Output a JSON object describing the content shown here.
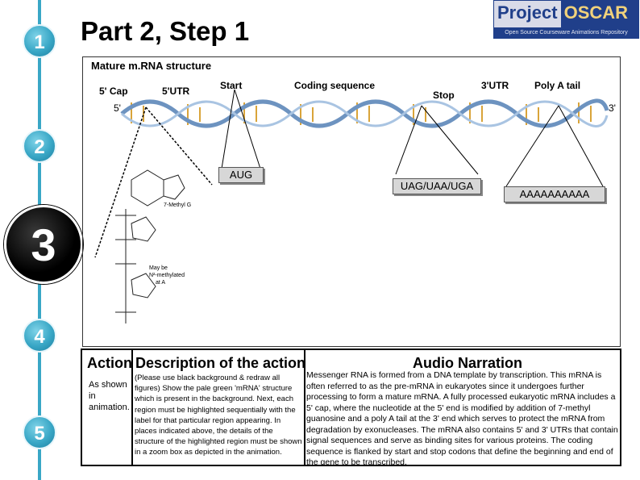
{
  "steps": [
    "1",
    "2",
    "3",
    "4",
    "5"
  ],
  "title": "Part 2, Step 1",
  "logo": {
    "word1": "Project",
    "word2": "OSCAR",
    "tagline": "Open Source Courseware Animations Repository"
  },
  "panel": {
    "heading": "Mature m.RNA structure",
    "labels": {
      "cap": "5' Cap",
      "utr5": "5'UTR",
      "start": "Start",
      "coding": "Coding sequence",
      "stop": "Stop",
      "utr3": "3'UTR",
      "polya": "Poly A tail",
      "five_prime": "5'",
      "three_prime": "3'"
    },
    "boxes": {
      "start_codon": "AUG",
      "stop_codons": "UAG/UAA/UGA",
      "tail": "AAAAAAAAAA"
    },
    "cap_structure": {
      "methyl": "7-Methyl G",
      "maybe": "May be",
      "methylated": "N²-methylated",
      "at_a": "at A"
    }
  },
  "description_table": {
    "col_action": "Action",
    "col_description": "Description of the action",
    "col_audio": "Audio Narration",
    "action": "As shown in animation.",
    "description": "(Please use black background & redraw all figures) Show the pale green 'mRNA' structure which is present in the background. Next, each region must be highlighted sequentially with the label for that particular region appearing. In places indicated above, the details of the structure of the highlighted region must be shown in a zoom box as depicted in the animation.",
    "audio": "Messenger RNA is formed from a DNA template by transcription. This mRNA is often referred to as the pre-mRNA in eukaryotes since it undergoes further processing to form a mature mRNA. A fully processed eukaryotic mRNA includes a 5' cap, where the nucleotide at the 5' end is modified by addition of 7-methyl guanosine and a poly A tail at the 3' end which serves to protect the mRNA from degradation by exonucleases. The mRNA also contains 5' and 3' UTRs that contain signal sequences and serve as binding sites for various proteins. The coding sequence is flanked by start and stop codons that define the beginning and end of the gene to be transcribed."
  },
  "colors": {
    "badge": "#39a7c6",
    "logo_blue": "#203f8a",
    "logo_gold": "#f1d27b",
    "helix": "#7aa0c8",
    "bases": "#d9a43a"
  }
}
